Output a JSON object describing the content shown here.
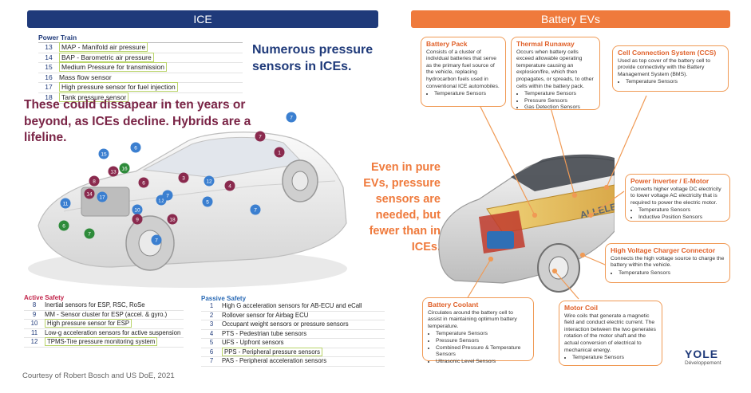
{
  "ice": {
    "header": "ICE",
    "power_train": {
      "title": "Power Train",
      "rows": [
        {
          "num": "13",
          "text": "MAP - Manifold air pressure",
          "highlighted": true
        },
        {
          "num": "14",
          "text": "BAP - Barometric air pressure",
          "highlighted": true
        },
        {
          "num": "15",
          "text": "Medium Pressure for transmission",
          "highlighted": true
        },
        {
          "num": "16",
          "text": "Mass flow sensor",
          "highlighted": false
        },
        {
          "num": "17",
          "text": "High pressure sensor for fuel injection",
          "highlighted": true
        },
        {
          "num": "18",
          "text": "Tank pressure sensor",
          "highlighted": true
        }
      ]
    },
    "numerous_text": "Numerous pressure sensors in ICEs.",
    "warning_text": "These could dissapear in ten years or beyond, as ICEs decline. Hybrids are a lifeline.",
    "active_safety": {
      "title": "Active Safety",
      "rows": [
        {
          "num": "8",
          "text": "Inertial sensors for ESP, RSC, RoSe",
          "highlighted": false
        },
        {
          "num": "9",
          "text": "MM - Sensor cluster for ESP (accel. & gyro.)",
          "highlighted": false
        },
        {
          "num": "10",
          "text": "High pressure sensor for ESP",
          "highlighted": true
        },
        {
          "num": "11",
          "text": "Low-g acceleration sensors for active suspension",
          "highlighted": false
        },
        {
          "num": "12",
          "text": "TPMS-Tire pressure monitoring system",
          "highlighted": true
        }
      ]
    },
    "passive_safety": {
      "title": "Passive Safety",
      "rows": [
        {
          "num": "1",
          "text": "High G acceleration sensors for AB-ECU and eCall",
          "highlighted": false
        },
        {
          "num": "2",
          "text": "Rollover sensor for Airbag ECU",
          "highlighted": false
        },
        {
          "num": "3",
          "text": "Occupant weight sensors or pressure sensors",
          "highlighted": false
        },
        {
          "num": "4",
          "text": "PTS - Pedestrian tube sensors",
          "highlighted": false
        },
        {
          "num": "5",
          "text": "UFS - Upfront sensors",
          "highlighted": false
        },
        {
          "num": "6",
          "text": "PPS - Peripheral pressure sensors",
          "highlighted": true
        },
        {
          "num": "7",
          "text": "PAS - Peripheral acceleration sensors",
          "highlighted": false
        }
      ]
    },
    "car_markers": [
      "7",
      "7",
      "1",
      "6",
      "15",
      "16",
      "13",
      "8",
      "14",
      "17",
      "6",
      "7",
      "3",
      "10",
      "18",
      "12",
      "4",
      "5",
      "11",
      "1,2",
      "7",
      "9",
      "7",
      "6",
      "7"
    ],
    "courtesy": "Courtesy of Robert  Bosch and US DoE, 2021"
  },
  "ev": {
    "header": "Battery EVs",
    "message": "Even in pure EVs, pressure sensors are needed, but fewer than in ICEs.",
    "car_label": "ALLELE",
    "boxes": [
      {
        "id": "battery-pack",
        "title": "Battery Pack",
        "desc": "Consists of a cluster of individual batteries that serve as the primary fuel source of the vehicle, replacing hydrocarbon fuels used in conventional ICE automobiles.",
        "sensors": [
          "Temperature Sensors"
        ]
      },
      {
        "id": "thermal-runaway",
        "title": "Thermal Runaway",
        "desc": "Occurs when battery cells exceed allowable operating temperature causing an explosion/fire, which then propagates, or spreads, to other cells within the battery pack.",
        "sensors": [
          "Temperature Sensors",
          "Pressure Sensors",
          "Gas Detection Sensors"
        ]
      },
      {
        "id": "ccs",
        "title": "Cell Connection System (CCS)",
        "desc": "Used as top cover of the battery cell to provide connectivity with the Battery Management System (BMS).",
        "sensors": [
          "Temperature Sensors"
        ]
      },
      {
        "id": "power-inverter",
        "title": "Power Inverter / E-Motor",
        "desc": "Converts higher voltage DC electricity to lower voltage AC electricity that is required to power the electric motor.",
        "sensors": [
          "Temperature Sensors",
          "Inductive Position Sensors"
        ]
      },
      {
        "id": "hv-charger",
        "title": "High Voltage Charger Connector",
        "desc": "Connects the high voltage source to charge the battery within the vehicle.",
        "sensors": [
          "Temperature Sensors"
        ]
      },
      {
        "id": "battery-coolant",
        "title": "Battery Coolant",
        "desc": "Circulates around the battery cell to assist in maintaining optimum battery temperature.",
        "sensors": [
          "Temperature Sensors",
          "Pressure Sensors",
          "Combined Pressure & Temperature Sensors",
          "Ultrasonic Level Sensors"
        ]
      },
      {
        "id": "motor-coil",
        "title": "Motor Coil",
        "desc": "Wire coils that generate a magnetic field and conduct electric current. The interaction between the two generates rotation of the motor shaft and the actual conversion of electrical to mechanical energy.",
        "sensors": [
          "Temperature Sensors"
        ]
      }
    ],
    "logo": {
      "name": "YOLE",
      "sub": "Développement"
    }
  },
  "colors": {
    "ice_header": "#1f3a7a",
    "ev_header": "#ef7a3c",
    "highlight": "#b9d46a",
    "warning_text": "#7a2446",
    "ev_text": "#ef7a3c",
    "marker_green": "#2e8b3a",
    "marker_blue": "#3b7fd0",
    "marker_maroon": "#8a2a4e"
  }
}
